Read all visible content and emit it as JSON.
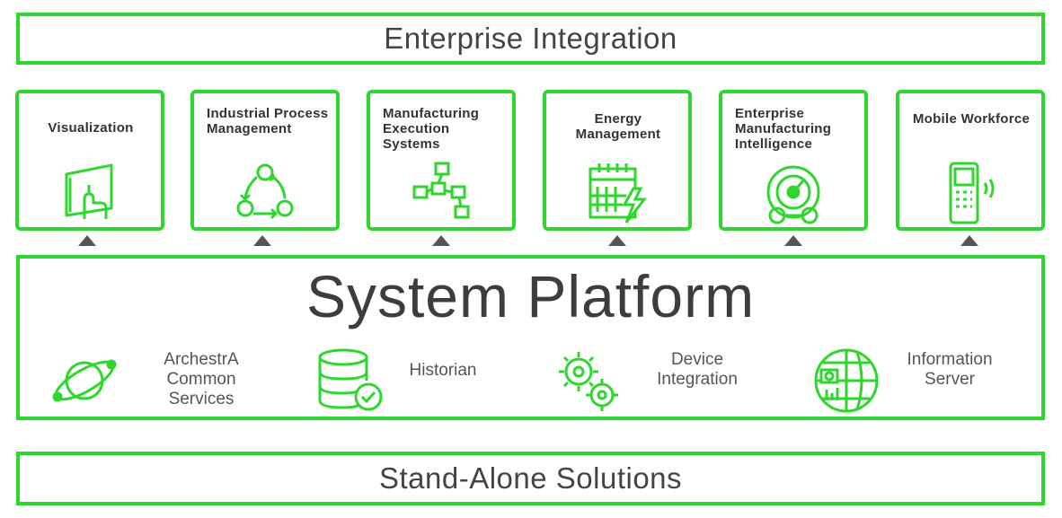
{
  "enterprise_integration": "Enterprise Integration",
  "modules": [
    {
      "label": "Visualization",
      "icon": "visualization-touchscreen-icon"
    },
    {
      "label": "Industrial Process Management",
      "icon": "process-cycle-icon"
    },
    {
      "label": "Manufacturing Execution Systems",
      "icon": "workflow-blocks-icon"
    },
    {
      "label": "Energy Management",
      "icon": "energy-calendar-icon"
    },
    {
      "label": "Enterprise Manufacturing Intelligence",
      "icon": "gauge-dashboard-icon"
    },
    {
      "label": "Mobile Workforce",
      "icon": "mobile-device-icon"
    }
  ],
  "platform": {
    "title": "System Platform",
    "services": [
      {
        "label": "ArchestrA Common Services",
        "icon": "orbit-planet-icon"
      },
      {
        "label": "Historian",
        "icon": "database-check-icon"
      },
      {
        "label": "Device Integration",
        "icon": "gears-icon"
      },
      {
        "label": "Information Server",
        "icon": "globe-server-icon"
      }
    ]
  },
  "standalone": "Stand-Alone Solutions",
  "colors": {
    "accent": "#2ed62e",
    "text": "#3a3a3a",
    "arrow": "#555555"
  }
}
